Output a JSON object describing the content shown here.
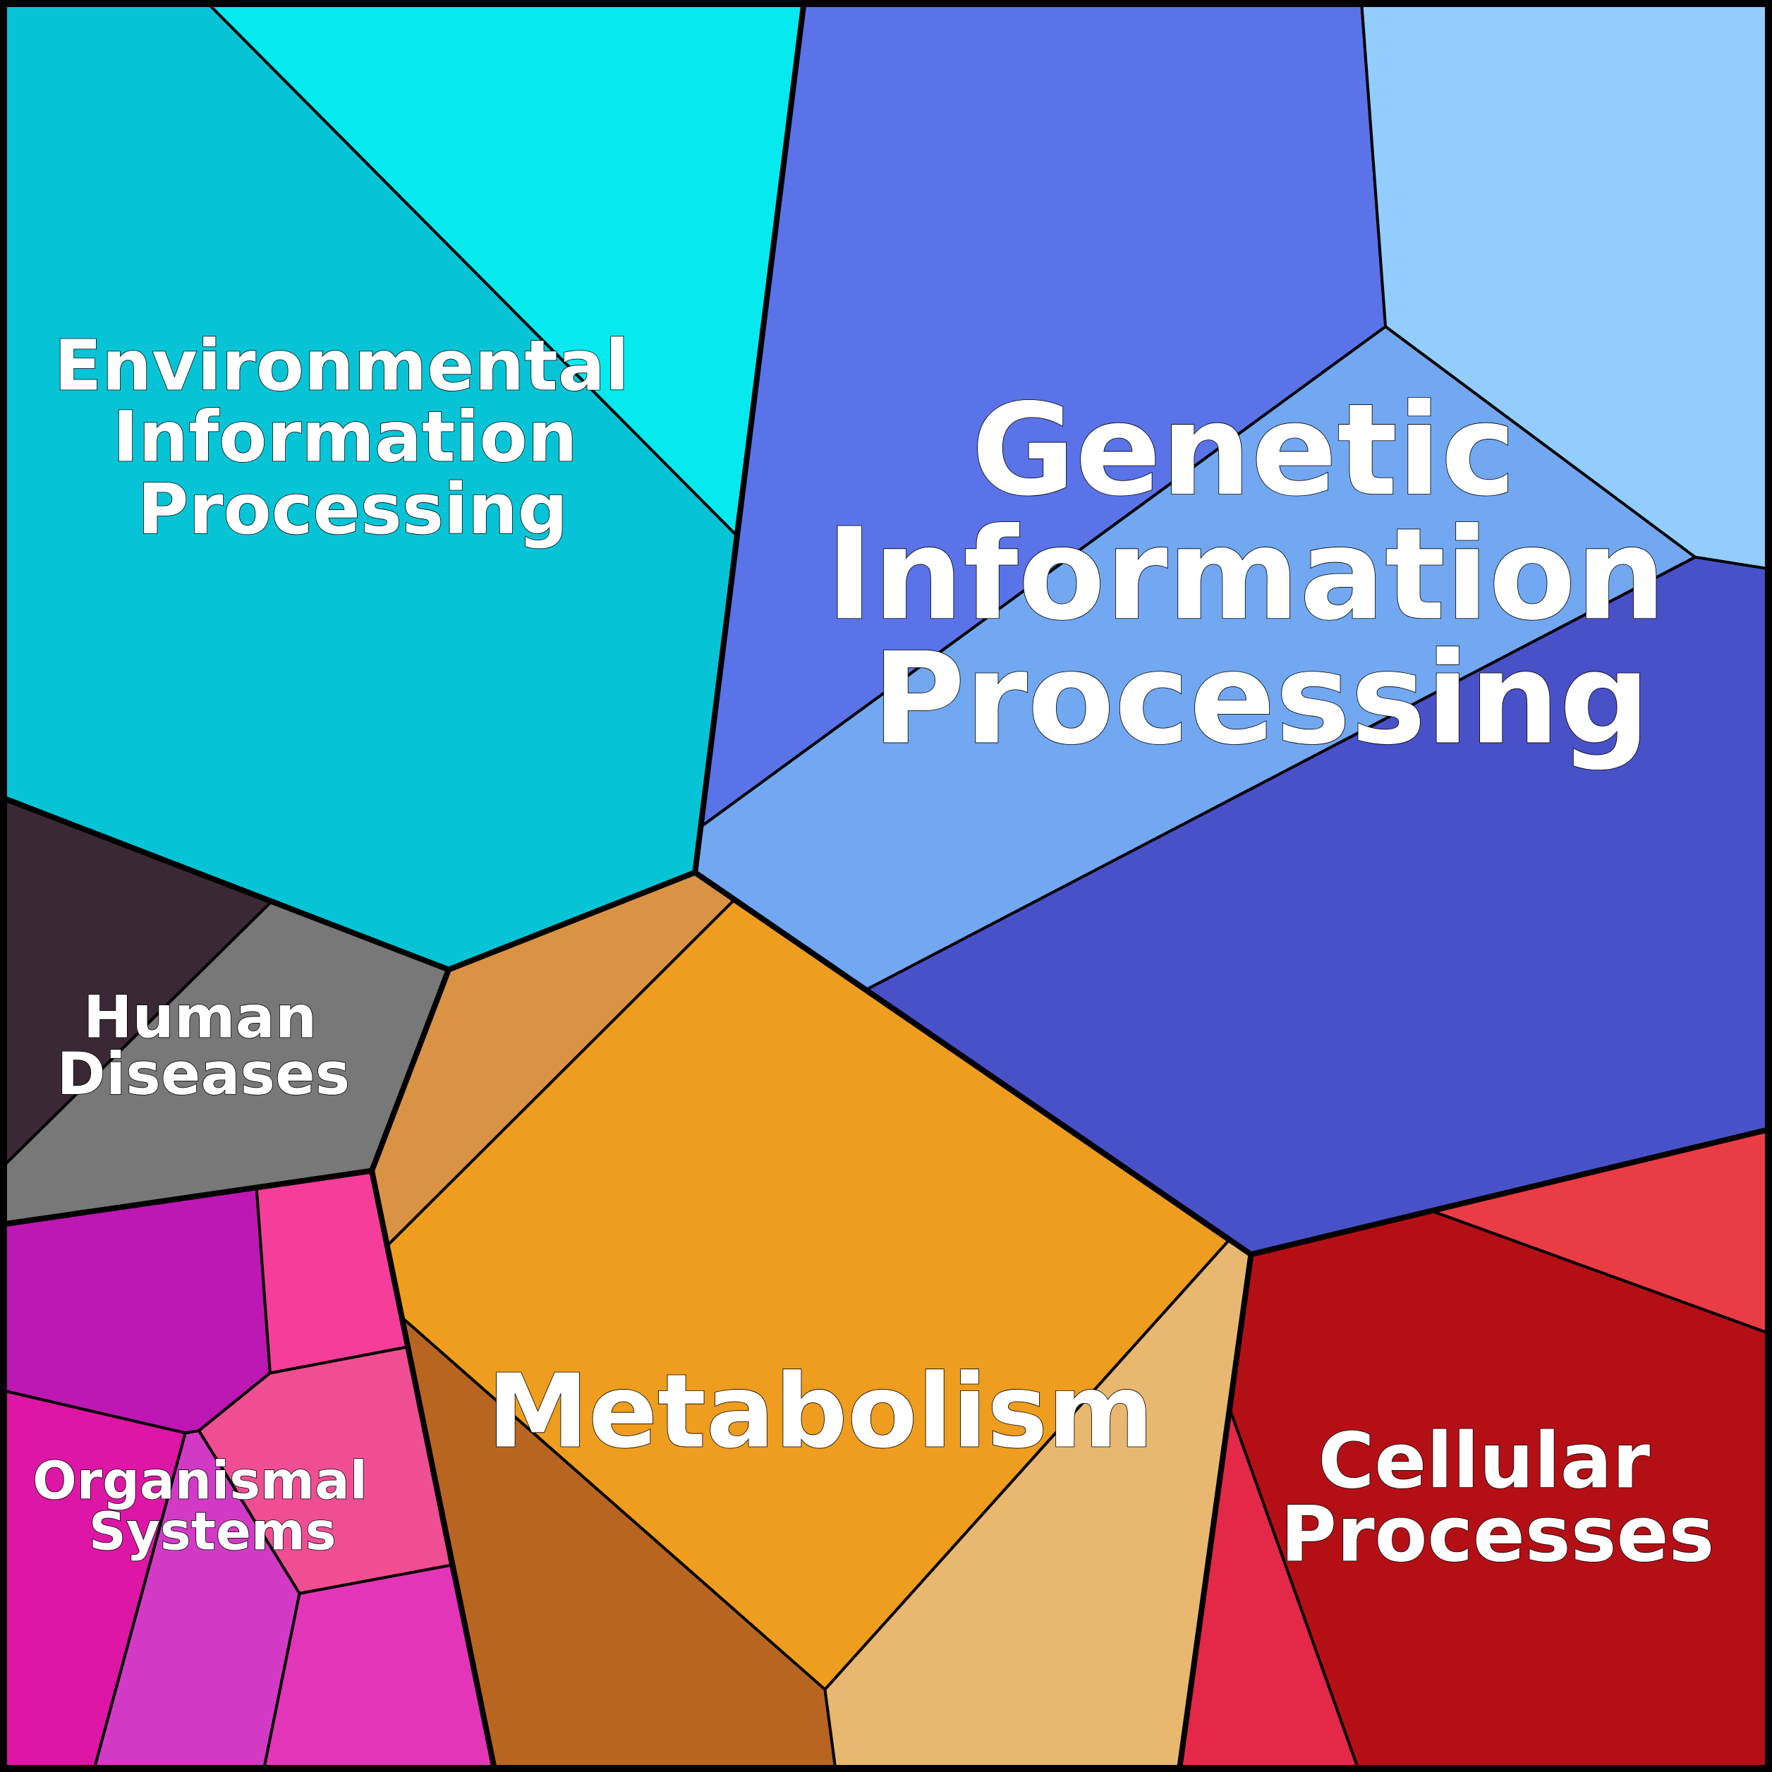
{
  "diagram": {
    "type": "voronoi-treemap",
    "groups": [
      {
        "label_lines": [
          "Environmental",
          "Information",
          "Processing"
        ],
        "colors": [
          "#06C4D6",
          "#06E9EF"
        ]
      },
      {
        "label_lines": [
          "Genetic",
          "Information",
          "Processing"
        ],
        "colors": [
          "#5A73E8",
          "#93CDFD",
          "#72A8F2",
          "#4951C9"
        ]
      },
      {
        "label_lines": [
          "Human",
          "Diseases"
        ],
        "colors": [
          "#3A2934",
          "#787878"
        ]
      },
      {
        "label_lines": [
          "Metabolism"
        ],
        "colors": [
          "#DA9344",
          "#EE9D1E",
          "#B86522",
          "#E8B870"
        ]
      },
      {
        "label_lines": [
          "Cellular",
          "Processes"
        ],
        "colors": [
          "#EA3C44",
          "#B50F16",
          "#E42848"
        ]
      },
      {
        "label_lines": [
          "Organismal",
          "Systems"
        ],
        "colors": [
          "#BD18B3",
          "#F43E99",
          "#F04E93",
          "#DD16A5",
          "#D23AC5",
          "#E335B8"
        ]
      }
    ]
  }
}
